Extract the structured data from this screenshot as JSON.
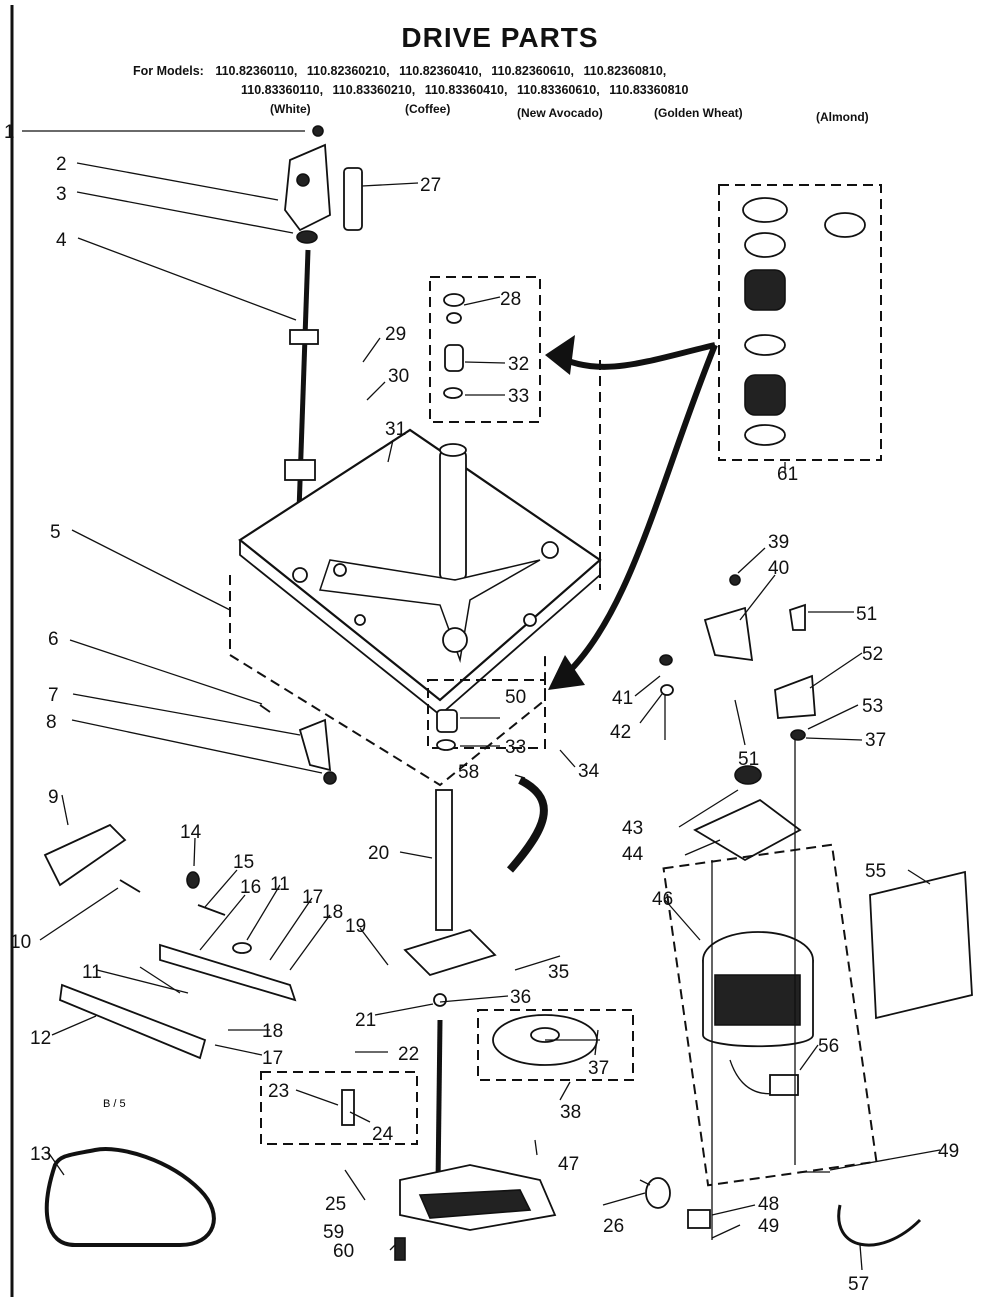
{
  "title": "DRIVE PARTS",
  "models_prefix": "For Models:",
  "models_row1": [
    "110.82360110,",
    "110.82360210,",
    "110.82360410,",
    "110.82360610,",
    "110.82360810,"
  ],
  "models_row2": [
    "110.83360110,",
    "110.83360210,",
    "110.83360410,",
    "110.83360610,",
    "110.83360810"
  ],
  "colors": [
    "(White)",
    "(Coffee)",
    "(New Avocado)",
    "(Golden Wheat)",
    "(Almond)"
  ],
  "page_mark": "B / 5",
  "callouts": [
    "1",
    "2",
    "3",
    "4",
    "5",
    "6",
    "7",
    "8",
    "9",
    "10",
    "11",
    "12",
    "13",
    "14",
    "15",
    "16",
    "17",
    "18",
    "19",
    "20",
    "21",
    "22",
    "23",
    "24",
    "25",
    "26",
    "27",
    "28",
    "29",
    "30",
    "31",
    "32",
    "33",
    "34",
    "35",
    "36",
    "37",
    "38",
    "39",
    "40",
    "41",
    "42",
    "43",
    "44",
    "46",
    "47",
    "48",
    "49",
    "50",
    "51",
    "52",
    "53",
    "55",
    "56",
    "57",
    "58",
    "59",
    "60",
    "61"
  ]
}
